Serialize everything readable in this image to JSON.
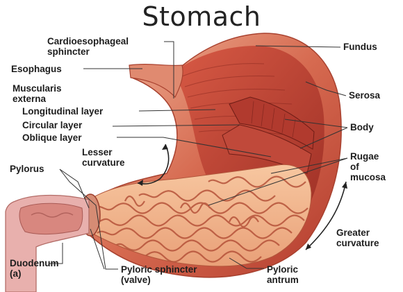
{
  "title": "Stomach",
  "labels": {
    "cardioesophageal": [
      "Cardioesophageal",
      "sphincter"
    ],
    "esophagus": "Esophagus",
    "muscularis": [
      "Muscularis",
      "externa"
    ],
    "longitudinal": "Longitudinal layer",
    "circular": "Circular layer",
    "oblique": "Oblique layer",
    "lesser_curvature": [
      "Lesser",
      "curvature"
    ],
    "pylorus": "Pylorus",
    "duodenum": [
      "Duodenum",
      "(a)"
    ],
    "pyloric_sphincter": [
      "Pyloric sphincter",
      "(valve)"
    ],
    "pyloric_antrum": [
      "Pyloric",
      "antrum"
    ],
    "fundus": "Fundus",
    "serosa": "Serosa",
    "body": "Body",
    "rugae": [
      "Rugae",
      "of",
      "mucosa"
    ],
    "greater_curvature": [
      "Greater",
      "curvature"
    ]
  },
  "colors": {
    "muscle": "#c4493a",
    "muscle_dark": "#8e2a22",
    "serosa": "#e9a489",
    "rugae": "#f2b38a",
    "duodenum": "#e6a7a6"
  }
}
